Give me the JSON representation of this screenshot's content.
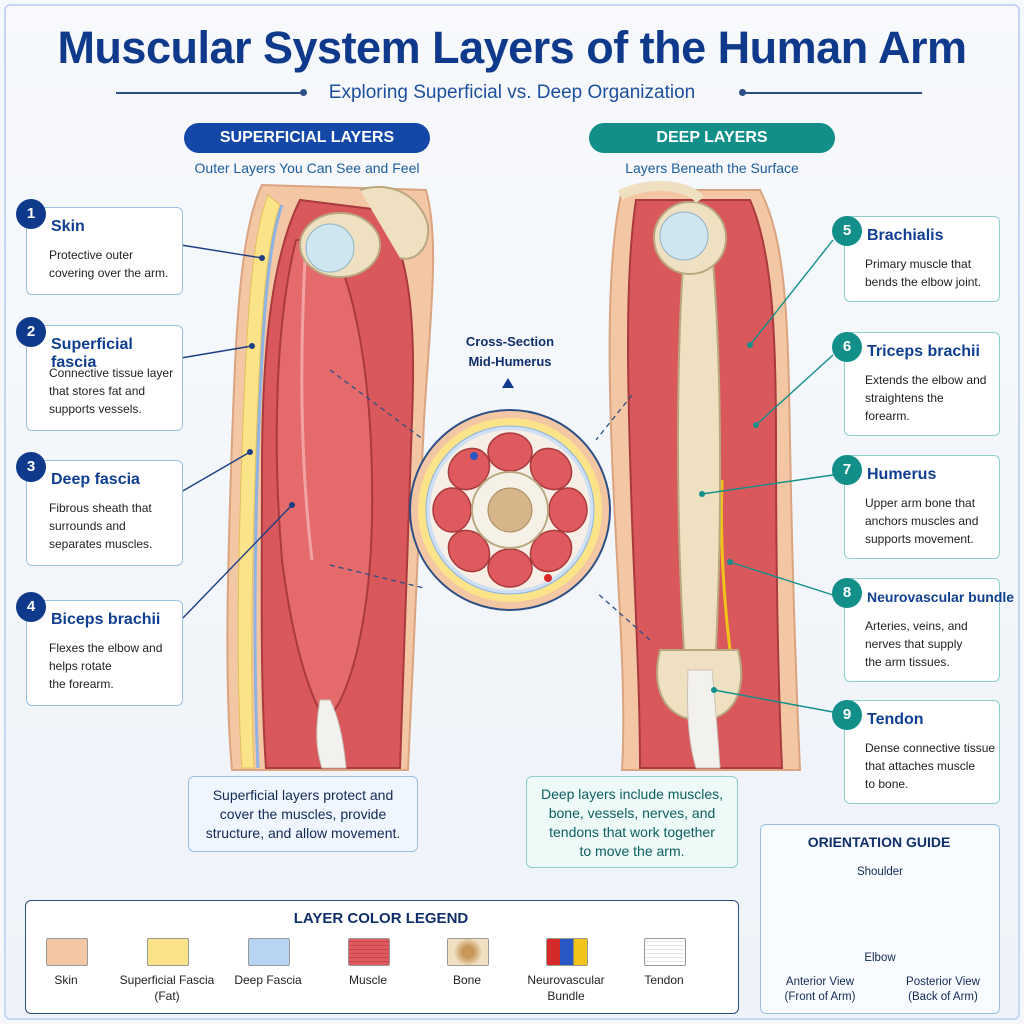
{
  "header": {
    "title": "Muscular System Layers of the Human Arm",
    "subtitle": "Exploring Superficial vs. Deep Organization"
  },
  "superficial": {
    "heading": "SUPERFICIAL LAYERS",
    "subheading": "Outer Layers You Can See and Feel",
    "items": [
      {
        "num": "1",
        "title": "Skin",
        "desc": [
          "Protective outer",
          "covering over the arm."
        ]
      },
      {
        "num": "2",
        "title": "Superficial fascia",
        "desc": [
          "Connective tissue layer",
          "that stores fat and",
          "supports vessels."
        ]
      },
      {
        "num": "3",
        "title": "Deep fascia",
        "desc": [
          "Fibrous sheath that",
          "surrounds and",
          "separates muscles."
        ]
      },
      {
        "num": "4",
        "title": "Biceps brachii",
        "desc": [
          "Flexes the elbow and",
          "helps rotate",
          "the forearm."
        ]
      }
    ],
    "note": [
      "Superficial layers protect and",
      "cover the muscles, provide",
      "structure, and allow movement."
    ]
  },
  "deep": {
    "heading": "DEEP LAYERS",
    "subheading": "Layers Beneath the Surface",
    "items": [
      {
        "num": "5",
        "title": "Brachialis",
        "desc": [
          "Primary muscle that",
          "bends the elbow joint."
        ]
      },
      {
        "num": "6",
        "title": "Triceps brachii",
        "desc": [
          "Extends the elbow and",
          "straightens the",
          "forearm."
        ]
      },
      {
        "num": "7",
        "title": "Humerus",
        "desc": [
          "Upper arm bone that",
          "anchors muscles and",
          "supports movement."
        ]
      },
      {
        "num": "8",
        "title": "Neurovascular bundle",
        "desc": [
          "Arteries, veins, and",
          "nerves that supply",
          "the arm tissues."
        ]
      },
      {
        "num": "9",
        "title": "Tendon",
        "desc": [
          "Dense connective tissue",
          "that attaches muscle",
          "to bone."
        ]
      }
    ],
    "note": [
      "Deep layers include muscles,",
      "bone, vessels, nerves, and",
      "tendons that work together",
      "to move the arm."
    ]
  },
  "cross_section": {
    "label_line1": "Cross-Section",
    "label_line2": "Mid-Humerus"
  },
  "legend": {
    "title": "LAYER COLOR LEGEND",
    "items": [
      {
        "label": [
          "Skin"
        ],
        "color": "#f4c7a4"
      },
      {
        "label": [
          "Superficial Fascia",
          "(Fat)"
        ],
        "color": "#fbe38a"
      },
      {
        "label": [
          "Deep Fascia"
        ],
        "color": "#b9d3f2"
      },
      {
        "label": [
          "Muscle"
        ],
        "color": "#df5a5e"
      },
      {
        "label": [
          "Bone"
        ],
        "color": "#efe0c2"
      },
      {
        "label": [
          "Neurovascular",
          "Bundle"
        ],
        "color": "#d62a2a"
      },
      {
        "label": [
          "Tendon"
        ],
        "color": "#f5f5f5"
      }
    ]
  },
  "orientation": {
    "title": "ORIENTATION GUIDE",
    "shoulder": "Shoulder",
    "elbow": "Elbow",
    "anterior": [
      "Anterior View",
      "(Front of Arm)"
    ],
    "posterior": [
      "Posterior View",
      "(Back of Arm)"
    ]
  },
  "colors": {
    "navy": "#0f3a8c",
    "teal": "#138f8a",
    "muscle": "#d9585c",
    "bone": "#efe0c2",
    "skin": "#f4c7a4"
  }
}
